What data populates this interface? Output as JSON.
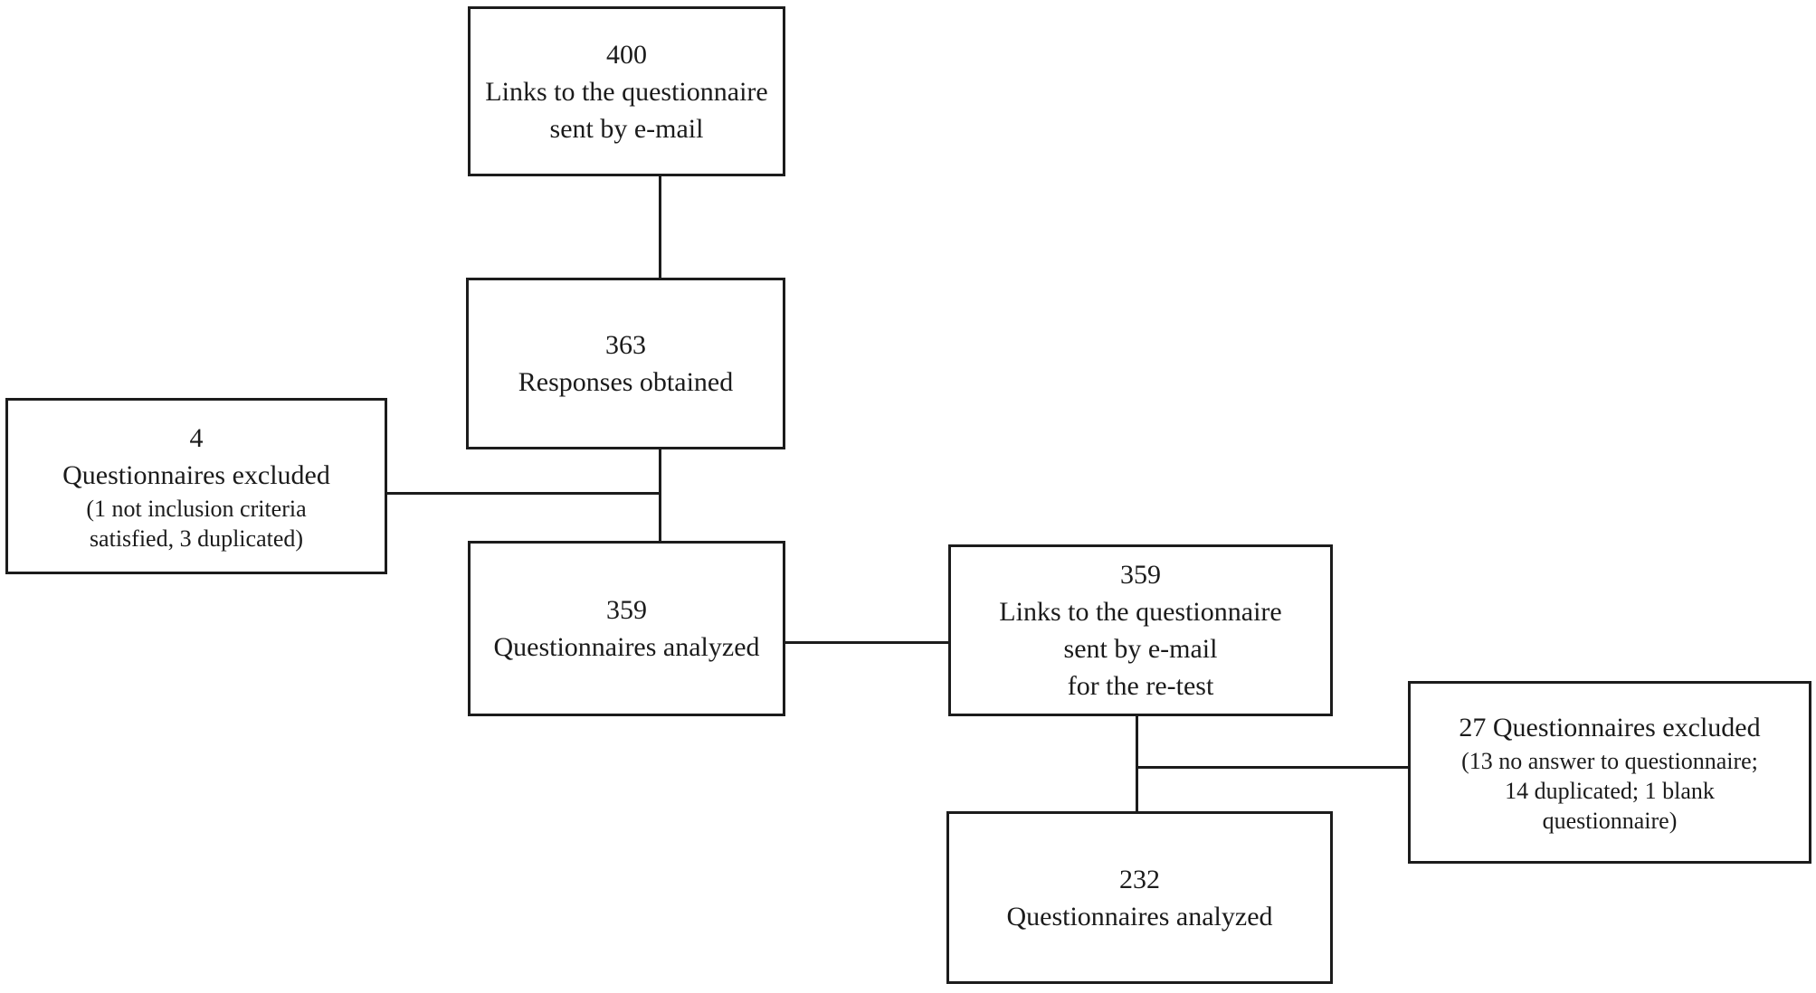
{
  "diagram": {
    "type": "flowchart",
    "colors": {
      "background": "#ffffff",
      "line": "#1c1c1c",
      "text": "#1b1b1b"
    },
    "boxes": [
      {
        "name": "links-sent",
        "lines": [
          "400",
          "Links to the questionnaire",
          "sent by e-mail"
        ]
      },
      {
        "name": "responses-obtained",
        "lines": [
          "363",
          "Responses obtained"
        ]
      },
      {
        "name": "questionnaires-excluded-1",
        "lines": [
          "4",
          "Questionnaires excluded",
          "(1 not inclusion criteria",
          "satisfied, 3 duplicated)"
        ]
      },
      {
        "name": "questionnaires-analyzed-1",
        "lines": [
          "359",
          "Questionnaires analyzed"
        ]
      },
      {
        "name": "links-sent-retest",
        "lines": [
          "359",
          "Links to the questionnaire",
          "sent by e-mail",
          "for the re-test"
        ]
      },
      {
        "name": "questionnaires-excluded-2",
        "lines": [
          "27 Questionnaires excluded",
          "(13 no answer to questionnaire;",
          "14 duplicated; 1 blank",
          "questionnaire)"
        ]
      },
      {
        "name": "questionnaires-analyzed-2",
        "lines": [
          "232",
          "Questionnaires analyzed"
        ]
      }
    ]
  }
}
